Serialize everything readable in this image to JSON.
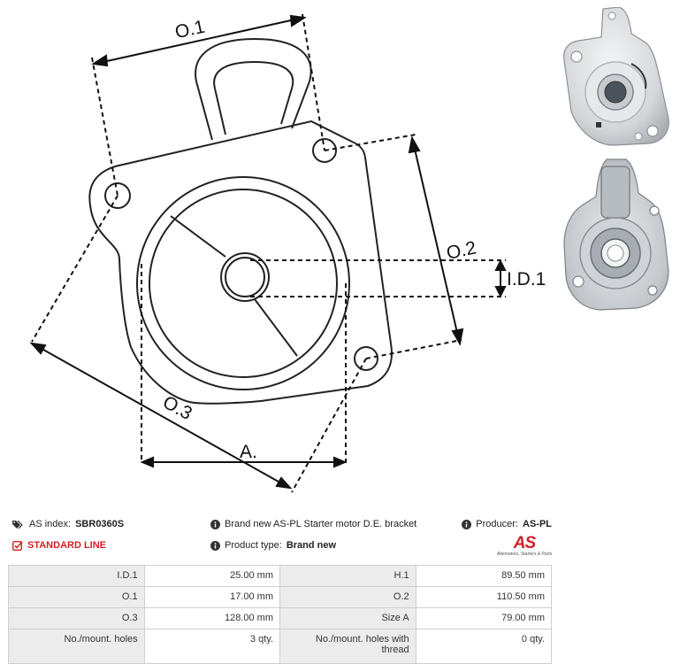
{
  "drawing": {
    "labels": {
      "o1": "O.1",
      "o2": "O.2",
      "o3": "O.3",
      "id1": "I.D.1",
      "a": "A."
    }
  },
  "photos": [
    {
      "name": "product-photo-front"
    },
    {
      "name": "product-photo-back"
    }
  ],
  "info": {
    "as_index_label": "AS index:",
    "as_index_value": "SBR0360S",
    "description": "Brand new AS-PL Starter motor D.E. bracket",
    "producer_label": "Producer:",
    "producer_value": "AS-PL",
    "line": "STANDARD LINE",
    "product_type_label": "Product type:",
    "product_type_value": "Brand new",
    "logo_text": "AS",
    "logo_sub": "Alternators, Starters & Parts"
  },
  "specs": [
    [
      {
        "label": "I.D.1",
        "value": "25.00 mm"
      },
      {
        "label": "H.1",
        "value": "89.50 mm"
      }
    ],
    [
      {
        "label": "O.1",
        "value": "17.00 mm"
      },
      {
        "label": "O.2",
        "value": "110.50 mm"
      }
    ],
    [
      {
        "label": "O.3",
        "value": "128.00 mm"
      },
      {
        "label": "Size A",
        "value": "79.00 mm"
      }
    ],
    [
      {
        "label": "No./mount. holes",
        "value": "3 qty."
      },
      {
        "label": "No./mount. holes with thread",
        "value": "0 qty."
      }
    ]
  ]
}
